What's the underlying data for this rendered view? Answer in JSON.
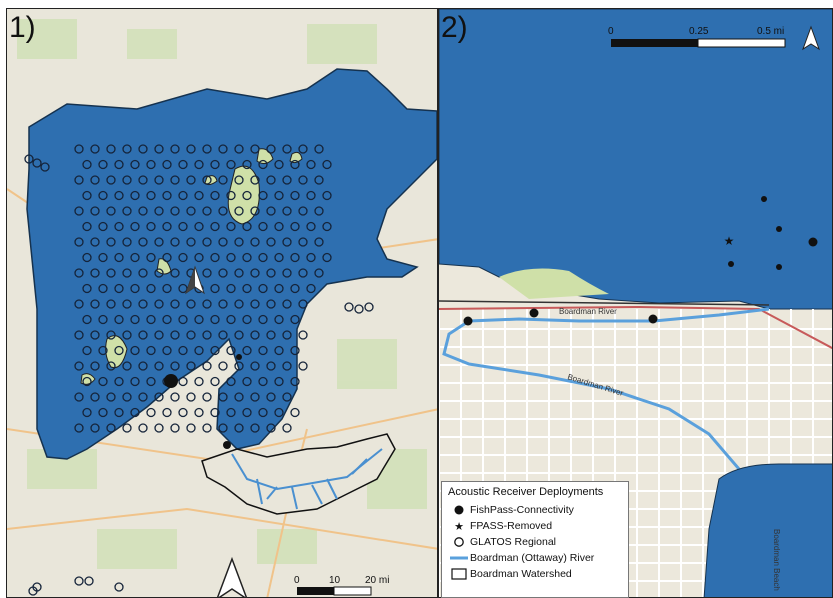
{
  "panels": [
    {
      "label": "1)",
      "scalebar": {
        "ticks": [
          "0",
          "10",
          "20 mi"
        ]
      }
    },
    {
      "label": "2)",
      "scalebar": {
        "ticks": [
          "0",
          "0.25",
          "0.5 mi"
        ]
      }
    }
  ],
  "street_labels": {
    "river_label_upper": "Boardman River",
    "river_label_lower": "Boardman River",
    "bay_label": "Boardman Beach"
  },
  "legend": {
    "title": "Acoustic Receiver Deployments",
    "items": [
      {
        "symbol": "filled-circle",
        "label": "FishPass-Connectivity"
      },
      {
        "symbol": "star",
        "label": "FPASS-Removed"
      },
      {
        "symbol": "open-circle",
        "label": "GLATOS Regional"
      },
      {
        "symbol": "blue-line",
        "label": "Boardman (Ottaway) River"
      },
      {
        "symbol": "outline-box",
        "label": "Boardman Watershed"
      }
    ]
  },
  "colors": {
    "water": "#2e6fb0",
    "land": "#e8e4d8",
    "land_green": "#cfe0b8",
    "river": "#5aa0dc",
    "north_arrow": "north-arrow-icon"
  }
}
